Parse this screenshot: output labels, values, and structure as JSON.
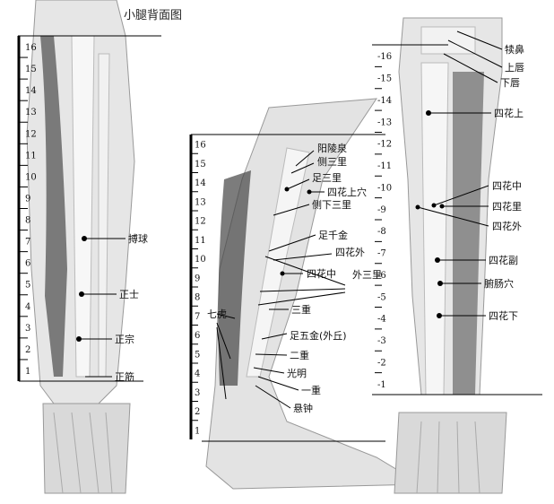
{
  "title": "小腿背面图",
  "scale": {
    "left": [
      "16",
      "15",
      "14",
      "13",
      "12",
      "11",
      "10",
      "9",
      "8",
      "7",
      "6",
      "5",
      "4",
      "3",
      "2",
      "1"
    ],
    "middle": [
      "16",
      "15",
      "14",
      "13",
      "12",
      "11",
      "10",
      "9",
      "8",
      "7",
      "6",
      "5",
      "4",
      "3",
      "2",
      "1"
    ],
    "right": [
      "16",
      "15",
      "14",
      "13",
      "12",
      "11",
      "10",
      "9",
      "8",
      "7",
      "6",
      "5",
      "4",
      "3",
      "2",
      "1"
    ]
  },
  "points": {
    "left": [
      "搏球",
      "正士",
      "正宗",
      "正筋"
    ],
    "middle": [
      "阳陵泉",
      "侧三里",
      "足三里",
      "四花上穴",
      "侧下三里",
      "足千金",
      "四花外",
      "四花中",
      "三重",
      "足五金(外丘)",
      "二重",
      "光明",
      "一重",
      "悬钟"
    ],
    "middle_group_1": "七虎",
    "middle_group_2": "外三里",
    "right": [
      "犊鼻",
      "上唇",
      "下唇",
      "四花上",
      "四花中",
      "四花里",
      "四花外",
      "四花副",
      "腑肠穴",
      "四花下"
    ]
  }
}
